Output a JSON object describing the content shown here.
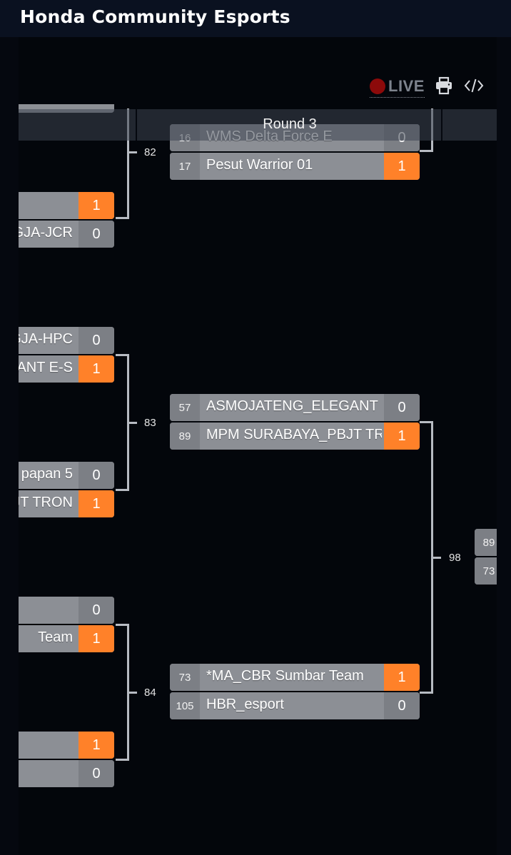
{
  "header": {
    "title": "Honda Community Esports"
  },
  "toolbar": {
    "live_label": "LIVE",
    "print_icon": "printer-icon",
    "embed_icon": "code-icon"
  },
  "round": {
    "title": "Round 3"
  },
  "left_column": [
    {
      "top": {
        "team": "",
        "score": "1"
      },
      "bottom": {
        "team": "OGJA-JCR",
        "score": "0"
      }
    },
    {
      "top": {
        "team": "OGJA-HPC",
        "score": "0"
      },
      "bottom": {
        "team": "GANT E-S",
        "score": "1"
      }
    },
    {
      "top": {
        "team": "papan 5",
        "score": "0"
      },
      "bottom": {
        "team": "BJT TRON",
        "score": "1"
      }
    },
    {
      "top": {
        "team": "",
        "score": "0"
      },
      "bottom": {
        "team": "Team",
        "score": "1"
      }
    },
    {
      "top": {
        "team": "",
        "score": "1"
      },
      "bottom": {
        "team": "",
        "score": "0"
      }
    }
  ],
  "connector_numbers": {
    "m82": "82",
    "m83": "83",
    "m84": "84",
    "m98": "98"
  },
  "round3_matches": [
    {
      "top": {
        "seed": "16",
        "team": "WMS Delta Force E",
        "score": "0"
      },
      "bottom": {
        "seed": "17",
        "team": "Pesut Warrior 01",
        "score": "1"
      }
    },
    {
      "top": {
        "seed": "57",
        "team": "ASMOJATENG_ELEGANT E-SPORT",
        "score": "0"
      },
      "bottom": {
        "seed": "89",
        "team": "MPM SURABAYA_PBJT TRONOH",
        "score": "1"
      }
    },
    {
      "top": {
        "seed": "73",
        "team": "*MA_CBR Sumbar Team",
        "score": "1"
      },
      "bottom": {
        "seed": "105",
        "team": "HBR_esport",
        "score": "0"
      }
    }
  ],
  "next_round": {
    "top_seed": "89",
    "bottom_seed": "73"
  },
  "colors": {
    "win": "#ff8129",
    "slot": "#8c8f95",
    "background": "#03060b"
  }
}
